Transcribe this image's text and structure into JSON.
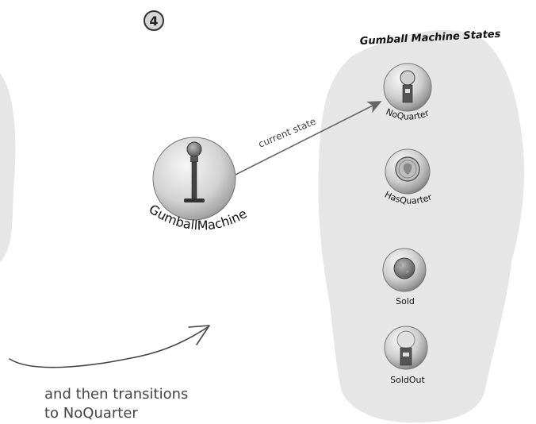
{
  "step_number": "4",
  "states_group_title": "Gumball Machine States",
  "arrow_label": "current state",
  "context": {
    "label": "GumballMachine",
    "icon": "gumball-machine-icon"
  },
  "states": [
    {
      "label": "NoQuarter",
      "icon": "gumball-machine-icon",
      "current": true
    },
    {
      "label": "HasQuarter",
      "icon": "quarter-coin-icon",
      "current": false
    },
    {
      "label": "Sold",
      "icon": "gumball-icon",
      "current": false
    },
    {
      "label": "SoldOut",
      "icon": "empty-machine-icon",
      "current": false
    }
  ],
  "annotation": {
    "line1": "and then transitions",
    "line2": "to NoQuarter"
  },
  "colors": {
    "blob": "#e6e6e6",
    "sphere_light": "#f4f4f4",
    "sphere_dark": "#8a8a8a",
    "ink": "#222222",
    "arrow": "#666666"
  }
}
